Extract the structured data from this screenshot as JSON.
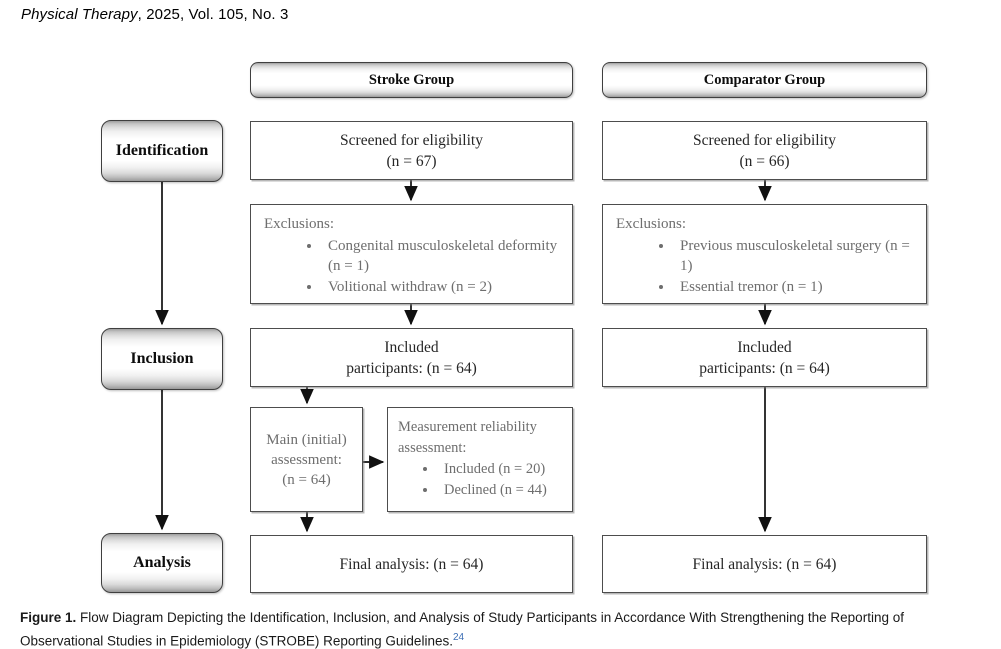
{
  "page_header": {
    "journal": "Physical Therapy",
    "issue": ", 2025, Vol. 105, No. 3"
  },
  "diagram": {
    "stage_labels": {
      "identification": "Identification",
      "inclusion": "Inclusion",
      "analysis": "Analysis"
    },
    "stroke": {
      "header": "Stroke Group",
      "screened_line1": "Screened for eligibility",
      "screened_line2": "(n = 67)",
      "exclusions_title": "Exclusions:",
      "exclusion_items": [
        "Congenital musculoskeletal deformity (n = 1)",
        "Volitional withdraw (n = 2)"
      ],
      "included_line1": "Included",
      "included_line2": "participants: (n = 64)",
      "main_assessment": {
        "line1": "Main (initial)",
        "line2": "assessment:",
        "line3": "(n = 64)"
      },
      "reliability": {
        "title_line1": "Measurement reliability",
        "title_line2": "assessment:",
        "items": [
          "Included (n = 20)",
          "Declined (n = 44)"
        ]
      },
      "final": "Final analysis: (n = 64)"
    },
    "comparator": {
      "header": "Comparator Group",
      "screened_line1": "Screened for eligibility",
      "screened_line2": "(n = 66)",
      "exclusions_title": "Exclusions:",
      "exclusion_items": [
        "Previous musculoskeletal surgery (n = 1)",
        "Essential tremor (n = 1)"
      ],
      "included_line1": "Included",
      "included_line2": "participants: (n = 64)",
      "final": "Final analysis: (n = 64)"
    }
  },
  "caption": {
    "label": "Figure 1.",
    "text": " Flow Diagram Depicting the Identification, Inclusion, and Analysis of Study Participants in Accordance With Strengthening the Reporting of Observational Studies in Epidemiology (STROBE) Reporting Guidelines.",
    "reference": "24"
  },
  "colors": {
    "box_border": "#4d4d4d",
    "rounded_border": "#3f3f3f",
    "dark_text": "#262626",
    "gray_text": "#6e6e6e",
    "arrow": "#111111",
    "reference_link": "#3c6eb4"
  }
}
